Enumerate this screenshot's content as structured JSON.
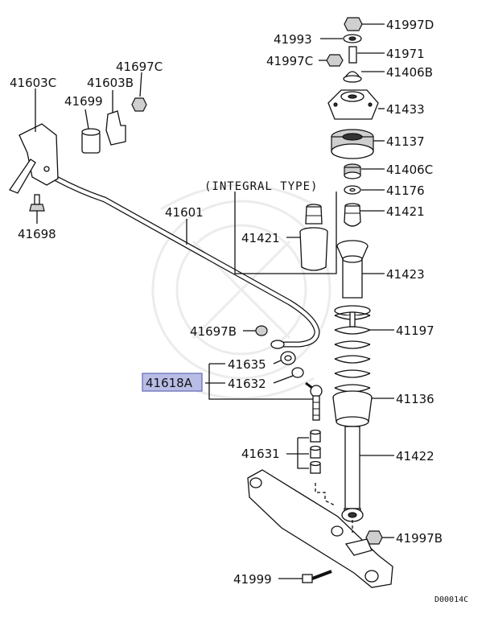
{
  "diagram": {
    "code": "D00014C",
    "integral_label": "(INTEGRAL TYPE)",
    "highlight_color": "#b9bde6",
    "labels": {
      "p41997D": "41997D",
      "p41993": "41993",
      "p41971": "41971",
      "p41997C": "41997C",
      "p41406B": "41406B",
      "p41433": "41433",
      "p41137": "41137",
      "p41406C": "41406C",
      "p41176": "41176",
      "p41421_right": "41421",
      "p41423": "41423",
      "p41197": "41197",
      "p41136": "41136",
      "p41422": "41422",
      "p41997B": "41997B",
      "p41999": "41999",
      "p41631": "41631",
      "p41618A": "41618A",
      "p41635": "41635",
      "p41632": "41632",
      "p41697B": "41697B",
      "p41601": "41601",
      "p41421_box": "41421",
      "p41603C": "41603C",
      "p41603B": "41603B",
      "p41697C": "41697C",
      "p41699": "41699",
      "p41698": "41698"
    }
  }
}
